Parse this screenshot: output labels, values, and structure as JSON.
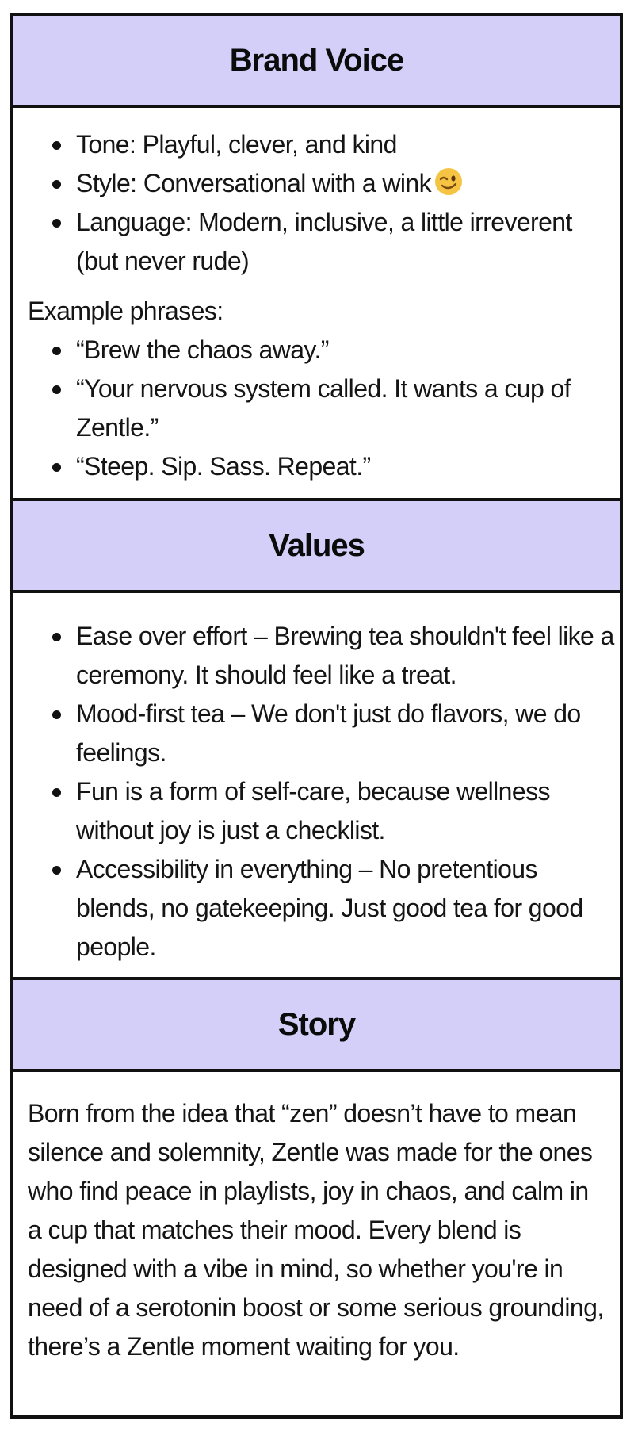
{
  "brand_voice": {
    "title": "Brand Voice",
    "bullets": [
      "Tone: Playful, clever, and kind",
      "Style: Conversational with a wink",
      "Language: Modern, inclusive, a little irreverent (but never rude)"
    ],
    "examples_label": "Example phrases:",
    "examples": [
      "“Brew the chaos away.”",
      "“Your nervous system called. It wants a cup of Zentle.”",
      "“Steep. Sip. Sass. Repeat.”"
    ]
  },
  "values": {
    "title": "Values",
    "bullets": [
      "Ease over effort – Brewing tea shouldn't feel like a ceremony. It should feel like a treat.",
      "Mood-first tea – We don't just do flavors, we do feelings.",
      "Fun is a form of self-care, because wellness without joy is just a checklist.",
      "Accessibility in everything – No pretentious blends, no gatekeeping. Just good tea for good people."
    ]
  },
  "story": {
    "title": "Story",
    "text": "Born from the idea that “zen” doesn’t have to mean silence and solemnity, Zentle was made for the ones who find peace in playlists, joy in chaos, and calm in a cup that matches their mood. Every blend is designed with a vibe in mind, so whether you're in need of a serotonin boost or some serious grounding, there’s a Zentle moment waiting for you."
  },
  "icons": {
    "wink": "winking-face-emoji-icon"
  },
  "colors": {
    "header_bg": "#d4cff9",
    "border": "#111111",
    "emoji_face": "#f6c443"
  }
}
